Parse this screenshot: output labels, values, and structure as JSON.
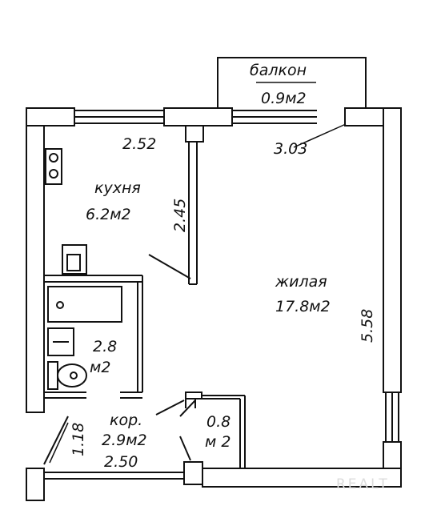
{
  "rooms": {
    "balcony": {
      "name": "балкон",
      "area": "0.9м2"
    },
    "kitchen": {
      "name": "кухня",
      "area": "6.2м2"
    },
    "living": {
      "name": "жилая",
      "area": "17.8м2"
    },
    "bathroom": {
      "area": "2.8",
      "unit": "м2"
    },
    "corridor": {
      "name": "кор.",
      "area": "2.9м2"
    },
    "closet": {
      "area": "0.8",
      "unit": "м 2"
    }
  },
  "dimensions": {
    "kitchen_width": "2.52",
    "kitchen_depth": "2.45",
    "living_width": "3.03",
    "living_depth": "5.58",
    "corridor_depth": "1.18",
    "corridor_width": "2.50"
  },
  "watermark": "REALT"
}
